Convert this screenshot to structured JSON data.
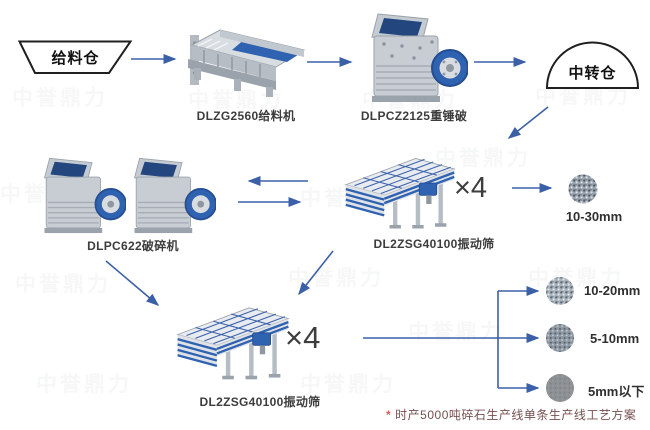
{
  "watermark": {
    "text": "中誉鼎力"
  },
  "flow": {
    "feed_bin": {
      "label": "给料仓"
    },
    "feeder": {
      "label": "DLZG2560给料机"
    },
    "hammer_crusher": {
      "label": "DLPCZ2125重锤破"
    },
    "transfer_bin": {
      "label": "中转仓"
    },
    "screen1": {
      "label": "DL2ZSG40100振动筛",
      "multiplier": "×4"
    },
    "crusher2": {
      "label": "DLPC622破碎机"
    },
    "screen2": {
      "label": "DL2ZSG40100振动筛",
      "multiplier": "×4"
    },
    "outputs": {
      "primary": {
        "label": "10-30mm"
      },
      "final": [
        {
          "label": "10-20mm"
        },
        {
          "label": "5-10mm"
        },
        {
          "label": "5mm以下"
        }
      ]
    },
    "note": {
      "marker": "*",
      "text": "时产5000吨碎石生产线单条生产线工艺方案"
    }
  },
  "colors": {
    "arrow_blue": "#3c60a8",
    "machine_blue": "#2f62b0",
    "outline_black": "#1f1f1f",
    "note_red": "#e05a5a"
  }
}
